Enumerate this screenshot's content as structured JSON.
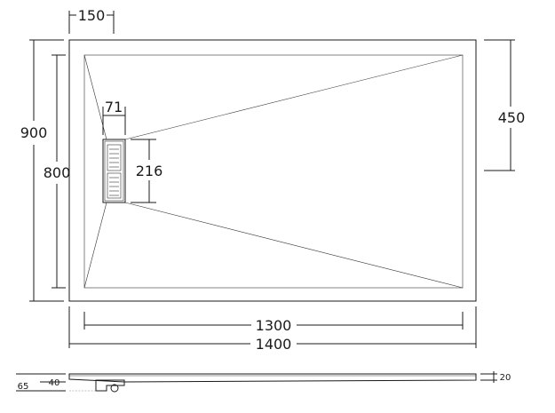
{
  "dimensions": {
    "width_total": "1400",
    "width_inner": "1300",
    "depth_total": "900",
    "depth_inner": "800",
    "drain_offset_x": "150",
    "drain_offset_y": "450",
    "grate_width": "71",
    "grate_length": "216"
  },
  "profile": {
    "height_total": "65",
    "height_drain": "40",
    "thickness": "20"
  }
}
